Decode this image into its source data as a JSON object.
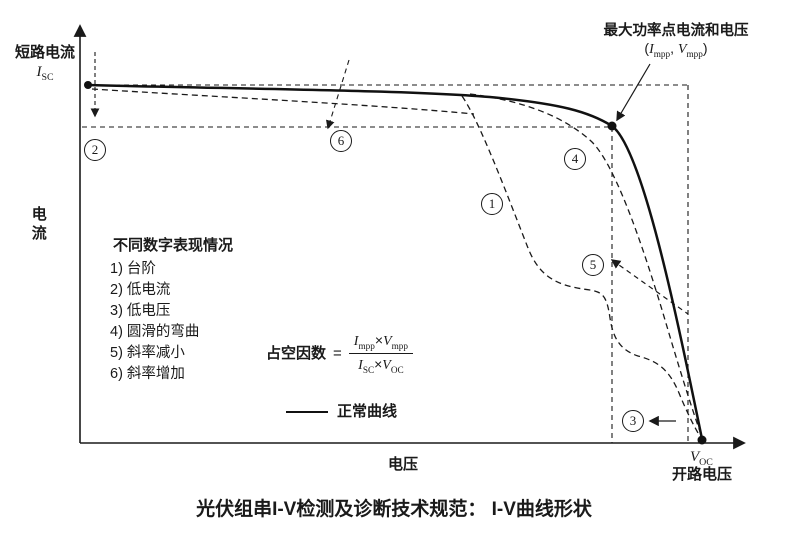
{
  "figure": {
    "caption": "光伏组串I-V检测及诊断技术规范： I-V曲线形状"
  },
  "axes": {
    "y_label": "电流",
    "x_label": "电压"
  },
  "isc": {
    "name": "短路电流",
    "symbol": "I",
    "subscript": "SC"
  },
  "voc": {
    "symbol": "V",
    "subscript": "OC",
    "name": "开路电压"
  },
  "mpp": {
    "title": "最大功率点电流和电压",
    "open": "(",
    "i_symbol": "I",
    "i_subscript": "mpp",
    "separator": ", ",
    "v_symbol": "V",
    "v_subscript": "mpp",
    "close": ")"
  },
  "notes": {
    "title": "不同数字表现情况",
    "items": [
      "1) 台阶",
      "2) 低电流",
      "3) 低电压",
      "4) 圆滑的弯曲",
      "5) 斜率减小",
      "6) 斜率增加"
    ]
  },
  "markers": [
    "1",
    "2",
    "3",
    "4",
    "5",
    "6"
  ],
  "fill_factor": {
    "label": "占空因数",
    "equals": "=",
    "numerator": {
      "i": "I",
      "i_sub": "mpp",
      "times": "×",
      "v": "V",
      "v_sub": "mpp"
    },
    "denominator": {
      "i": "I",
      "i_sub": "SC",
      "times": "×",
      "v": "V",
      "v_sub": "OC"
    }
  },
  "legend": {
    "normal_curve": "正常曲线"
  },
  "colors": {
    "ink": "#1a1a1a",
    "background": "#ffffff"
  }
}
